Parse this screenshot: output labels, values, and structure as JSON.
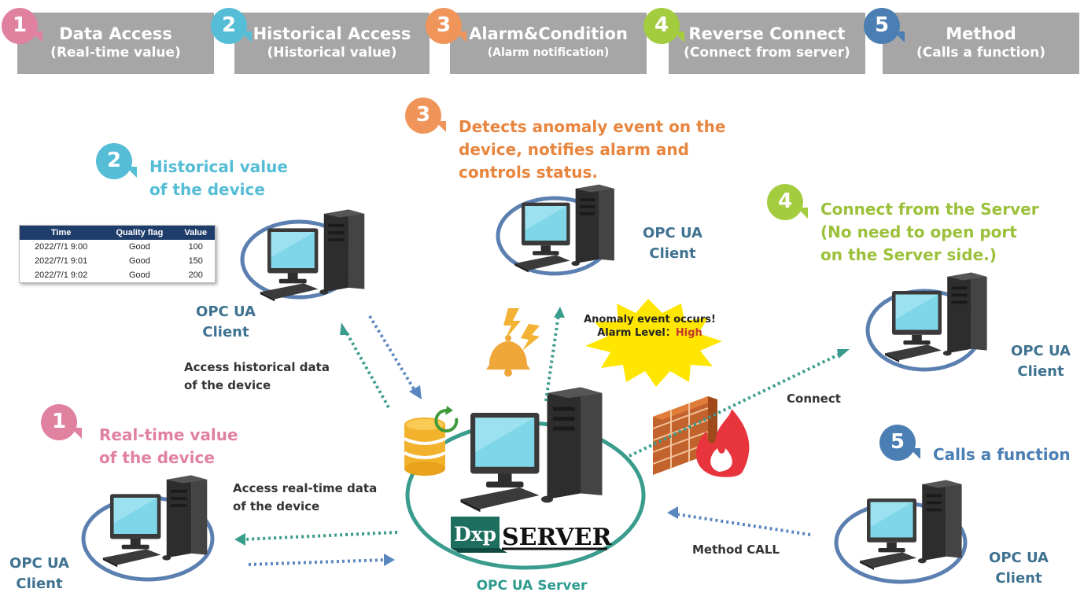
{
  "tabs": [
    {
      "num": "1",
      "title": "Data Access",
      "sub": "(Real-time value)"
    },
    {
      "num": "2",
      "title": "Historical Access",
      "sub": "(Historical value)"
    },
    {
      "num": "3",
      "title": "Alarm&Condition",
      "sub": "(Alarm notification)"
    },
    {
      "num": "4",
      "title": "Reverse Connect",
      "sub": "(Connect from server)"
    },
    {
      "num": "5",
      "title": "Method",
      "sub": "(Calls a function)"
    }
  ],
  "callouts": {
    "c1": {
      "num": "1",
      "line1": "Real-time value",
      "line2": "of the device"
    },
    "c2": {
      "num": "2",
      "line1": "Historical value",
      "line2": "of the device"
    },
    "c3": {
      "num": "3",
      "line1": "Detects anomaly event on the",
      "line2": "device, notifies alarm and",
      "line3": "controls status."
    },
    "c4": {
      "num": "4",
      "line1": "Connect from the Server",
      "line2": "(No need to open port",
      "line3": "on the Server side.)"
    },
    "c5": {
      "num": "5",
      "line1": "Calls a function"
    }
  },
  "history_table": {
    "headers": [
      "Time",
      "Quality flag",
      "Value"
    ],
    "rows": [
      [
        "2022/7/1 9:00",
        "Good",
        "100"
      ],
      [
        "2022/7/1 9:01",
        "Good",
        "150"
      ],
      [
        "2022/7/1 9:02",
        "Good",
        "200"
      ]
    ]
  },
  "client_label": {
    "line1": "OPC UA",
    "line2": "Client"
  },
  "server_label": "OPC UA Server",
  "server_logo": {
    "left": "Dxp",
    "right": "SERVER"
  },
  "notes": {
    "historical": {
      "line1": "Access historical data",
      "line2": "of the device"
    },
    "realtime": {
      "line1": "Access real-time data",
      "line2": "of the device"
    },
    "connect": "Connect",
    "method": "Method CALL"
  },
  "anomaly": {
    "line1": "Anomaly event occurs!",
    "line2_prefix": "Alarm Level：",
    "level": "High"
  },
  "colors": {
    "tab_bg": "#a6a6a6",
    "c1": "#e0819f",
    "c2": "#55bdd6",
    "c3": "#f0955a",
    "c4": "#a3cc3f",
    "c5": "#4b7fb3",
    "client_label": "#3e7290",
    "server_label": "#2f9c8f",
    "dotted_teal": "#3a9c8c",
    "dotted_blue": "#5a86c0",
    "ellipse_client": "#5b7fb0",
    "ellipse_server": "#3a9c8c",
    "burst": "#ffe600",
    "alarm_high": "#c0392b"
  },
  "icons": [
    "pc-tower-icon",
    "database-icon",
    "refresh-icon",
    "bell-icon",
    "lightning-icon",
    "firewall-icon",
    "fire-icon"
  ]
}
